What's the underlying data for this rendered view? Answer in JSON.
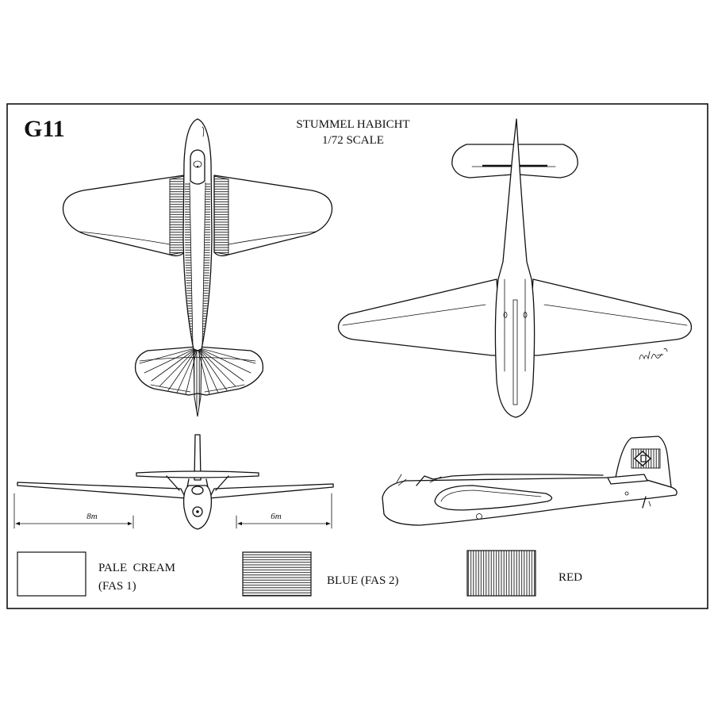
{
  "sheet_code": "G11",
  "title": "STUMMEL HABICHT",
  "scale": "1/72 SCALE",
  "dimensions": {
    "span_left": "8m",
    "span_right": "6m"
  },
  "legend": [
    {
      "label": "PALE  CREAM",
      "label2": "(FAS 1)",
      "pattern": "plain"
    },
    {
      "label": "BLUE (FAS 2)",
      "pattern": "horizontal-lines"
    },
    {
      "label": "RED",
      "pattern": "vertical-lines"
    }
  ],
  "colors": {
    "ink": "#111111",
    "paper": "#ffffff"
  }
}
